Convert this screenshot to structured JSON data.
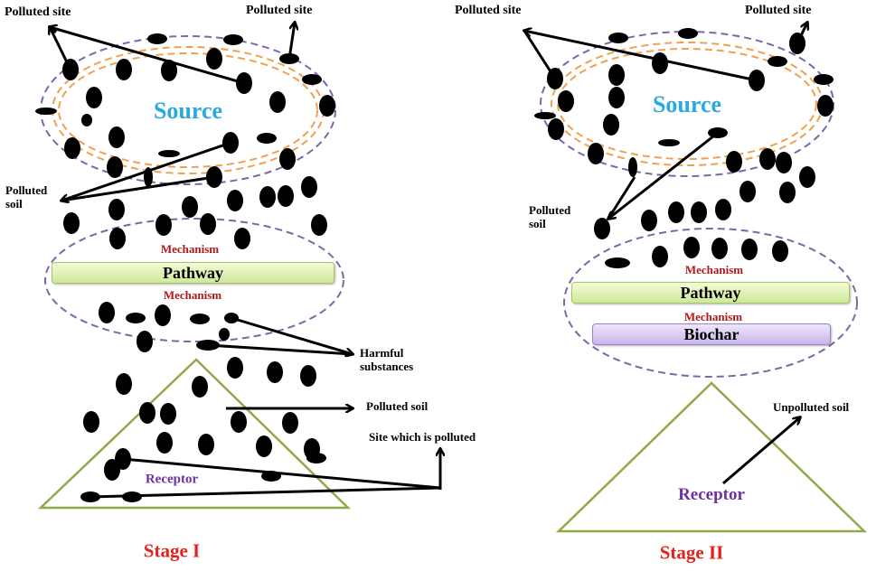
{
  "stage1": {
    "polluted_site_left": "Polluted site",
    "polluted_site_right": "Polluted site",
    "source": "Source",
    "polluted_soil": [
      "Polluted",
      "soil"
    ],
    "mechanism_top": "Mechanism",
    "pathway": "Pathway",
    "mechanism_bottom": "Mechanism",
    "harmful_substances": [
      "Harmful",
      "substances"
    ],
    "polluted_soil_arrow": "Polluted soil",
    "site_polluted": "Site which is polluted",
    "receptor": "Receptor",
    "stage_label": "Stage I"
  },
  "stage2": {
    "polluted_site_left": "Polluted site",
    "polluted_site_right": "Polluted site",
    "source": "Source",
    "polluted_soil": [
      "Polluted",
      "soil"
    ],
    "mechanism_top": "Mechanism",
    "pathway": "Pathway",
    "mechanism_bottom": "Mechanism",
    "biochar": "Biochar",
    "unpolluted_soil": "Unpolluted soil",
    "receptor": "Receptor",
    "stage_label": "Stage II"
  },
  "colors": {
    "source": "#2aa9e0",
    "mechanism": "#b01818",
    "receptor": "#7030a0",
    "stage": "#e3221c",
    "ellipse_outer": "#7a68a8",
    "ellipse_inner": "#f0a050",
    "triangle": "#8faa4a"
  }
}
